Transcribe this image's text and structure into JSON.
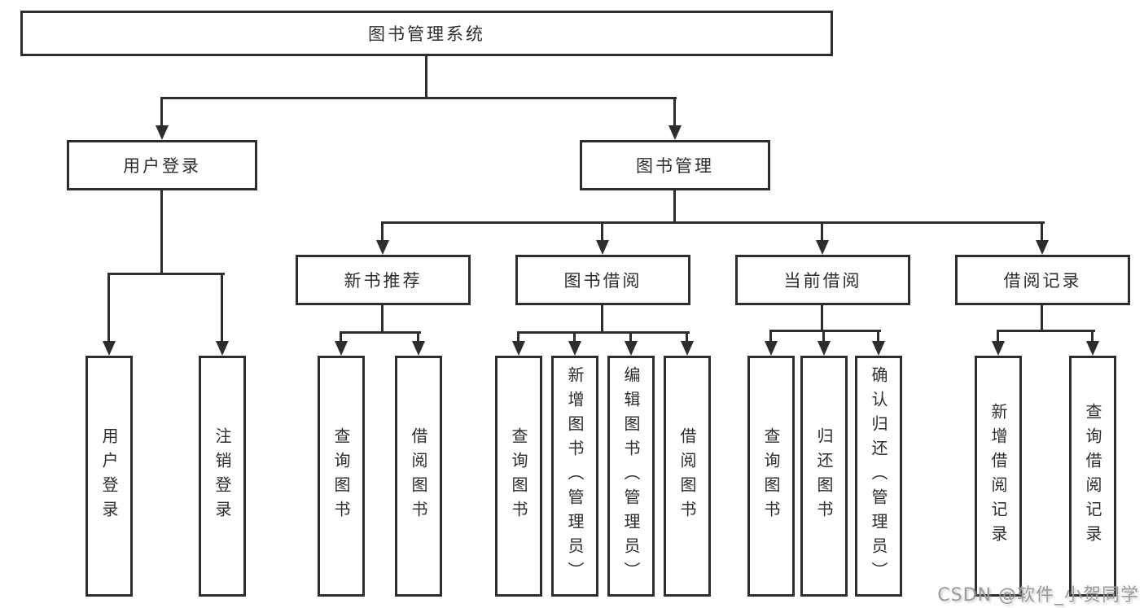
{
  "tree": {
    "root": {
      "label": "图书管理系统"
    },
    "branches": [
      {
        "label": "用户登录",
        "children": [
          {
            "label": "用户登录"
          },
          {
            "label": "注销登录"
          }
        ]
      },
      {
        "label": "图书管理",
        "children": [
          {
            "label": "新书推荐",
            "children": [
              {
                "label": "查询图书"
              },
              {
                "label": "借阅图书"
              }
            ]
          },
          {
            "label": "图书借阅",
            "children": [
              {
                "label": "查询图书"
              },
              {
                "label": "新增图书（管理员）"
              },
              {
                "label": "编辑图书（管理员）"
              },
              {
                "label": "借阅图书"
              }
            ]
          },
          {
            "label": "当前借阅",
            "children": [
              {
                "label": "查询图书"
              },
              {
                "label": "归还图书"
              },
              {
                "label": "确认归还（管理员）"
              }
            ]
          },
          {
            "label": "借阅记录",
            "children": [
              {
                "label": "新增借阅记录"
              },
              {
                "label": "查询借阅记录"
              }
            ]
          }
        ]
      }
    ]
  },
  "watermark": "CSDN @软件_小贺同学",
  "colors": {
    "line": "#2d2d2d",
    "text": "#2d2d2d",
    "watermark": "#9a9a9a",
    "background": "#ffffff"
  }
}
